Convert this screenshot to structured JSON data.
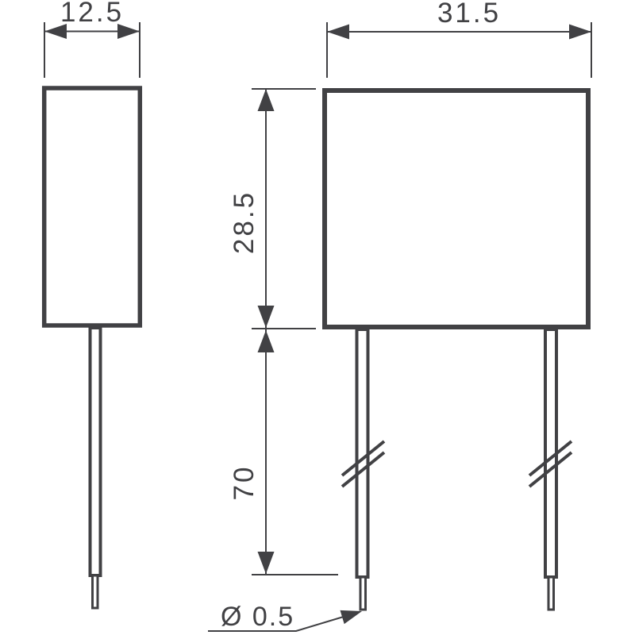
{
  "drawing": {
    "dimensions": {
      "side_view_width": "12.5",
      "front_view_width": "31.5",
      "body_height": "28.5",
      "lead_length": "70",
      "lead_diameter": "Ø 0.5"
    },
    "colors": {
      "line": "#414144",
      "background": "#ffffff"
    }
  }
}
